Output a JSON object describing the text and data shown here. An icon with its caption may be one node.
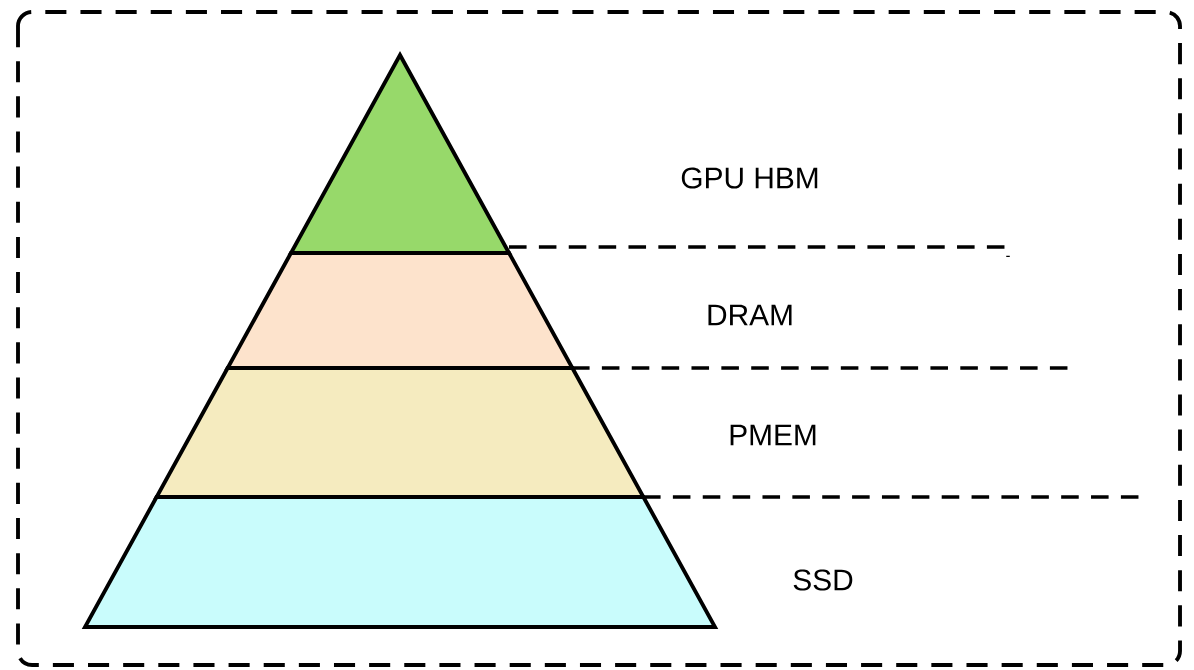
{
  "diagram": {
    "labels": [
      "GPU HBM",
      "DRAM",
      "PMEM",
      "SSD"
    ]
  }
}
